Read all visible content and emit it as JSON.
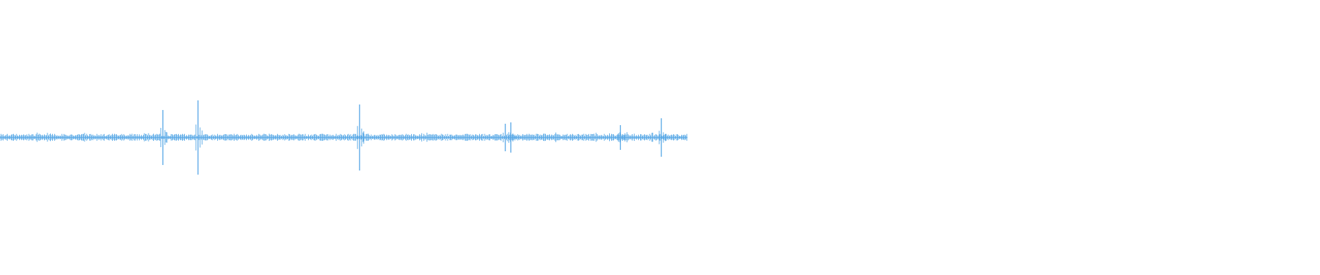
{
  "waveform": {
    "color": "#5aa9e6",
    "played_fraction": 0.5208,
    "peaks": [
      {
        "position": 0.1234,
        "amplitude": 0.2
      },
      {
        "position": 0.15,
        "amplitude": 0.27
      },
      {
        "position": 0.2724,
        "amplitude": 0.24
      },
      {
        "position": 0.3828,
        "amplitude": 0.1
      },
      {
        "position": 0.387,
        "amplitude": 0.11
      },
      {
        "position": 0.47,
        "amplitude": 0.09
      },
      {
        "position": 0.501,
        "amplitude": 0.14
      }
    ]
  }
}
